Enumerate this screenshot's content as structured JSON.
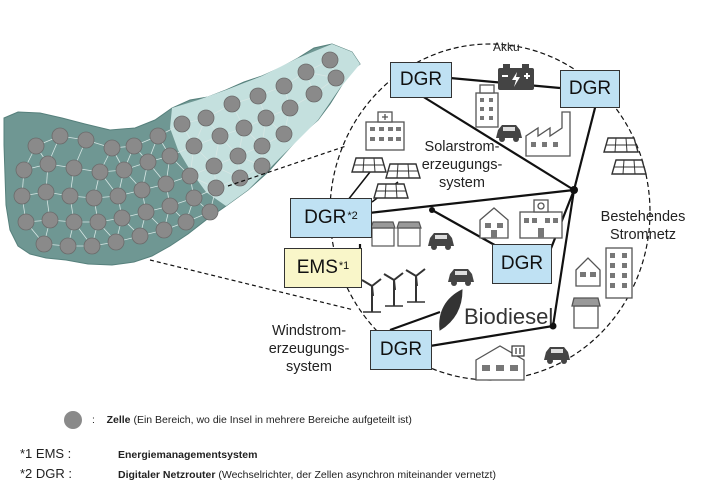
{
  "labels": {
    "akku": "Akku",
    "solar": [
      "Solarstrom-",
      "erzeugungs-",
      "system"
    ],
    "existing_grid": [
      "Bestehendes",
      "Stromnetz"
    ],
    "wind": [
      "Windstrom-",
      "erzeugungs-",
      "system"
    ],
    "biodiesel": "Biodiesel"
  },
  "nodes": {
    "dgr_label": "DGR",
    "dgr_marked_label": "DGR",
    "dgr_mark": "*2",
    "ems_label": "EMS",
    "ems_mark": "*1"
  },
  "legend": {
    "cell_symbol_sep": ":",
    "cell_term": "Zelle",
    "cell_desc": " (Ein Bereich, wo die Insel in mehrere Bereiche aufgeteilt ist)",
    "ems_key": "*1 EMS :",
    "ems_term": "Energiemanagementsystem",
    "dgr_key": "*2 DGR :",
    "dgr_term": "Digitaler Netzrouter",
    "dgr_desc": " (Wechselrichter, der Zellen asynchron miteinander vernetzt)"
  },
  "colors": {
    "island_dark": "#6f9793",
    "island_light": "#c4e0de",
    "cell": "#8a8a8a",
    "dgr_box": "#bfe1f3",
    "ems_box": "#f9f6c9"
  }
}
